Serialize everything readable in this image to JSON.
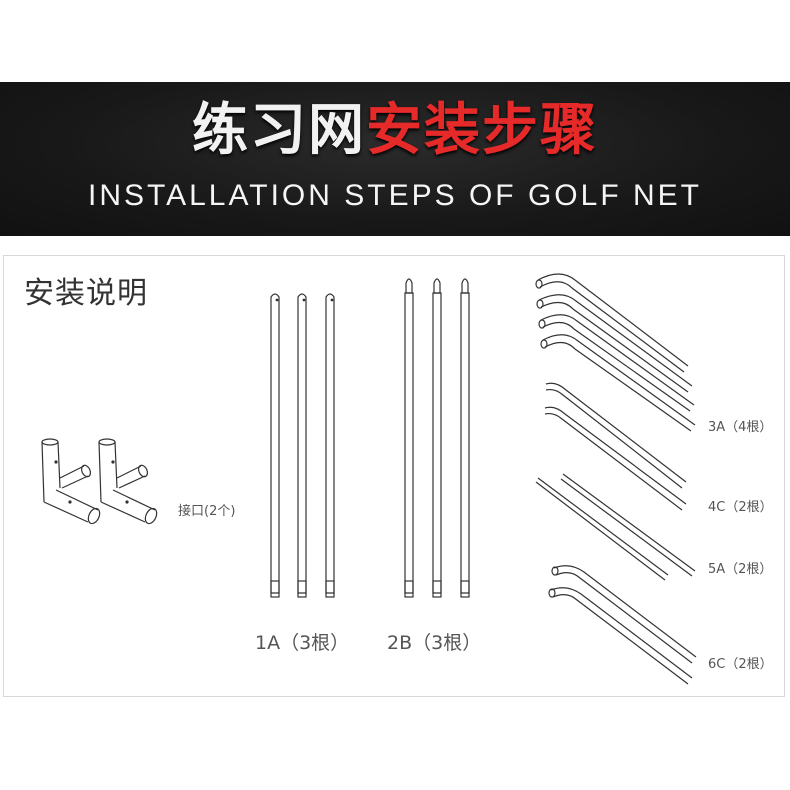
{
  "banner": {
    "title_white": "练习网",
    "title_red": "安装步骤",
    "subtitle": "INSTALLATION STEPS OF GOLF NET",
    "colors": {
      "background": "#181818",
      "title_white": "#f2f2f2",
      "title_red": "#e62a2a"
    }
  },
  "panel": {
    "title": "安装说明",
    "parts": [
      {
        "id": "connector",
        "label": "接口(2个)",
        "count": 2,
        "shape": "T-connector"
      },
      {
        "id": "1A",
        "label": "1A（3根）",
        "count": 3,
        "shape": "straight pole"
      },
      {
        "id": "2B",
        "label": "2B（3根）",
        "count": 3,
        "shape": "straight pole with reduced tip"
      },
      {
        "id": "3A",
        "label": "3A（4根）",
        "count": 4,
        "shape": "curved pole"
      },
      {
        "id": "4C",
        "label": "4C（2根）",
        "count": 2,
        "shape": "slightly curved pole"
      },
      {
        "id": "5A",
        "label": "5A（2根）",
        "count": 2,
        "shape": "straight diagonal pole"
      },
      {
        "id": "6C",
        "label": "6C（2根）",
        "count": 2,
        "shape": "curved pole"
      }
    ]
  }
}
